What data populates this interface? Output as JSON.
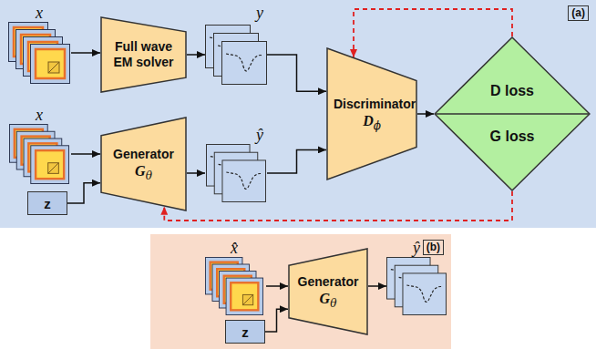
{
  "diagram": {
    "nodes": [
      {
        "text": [
          "(a)"
        ]
      },
      {
        "text": [
          "x"
        ],
        "in": 0
      },
      {
        "text": [
          "Full wave EM solver"
        ],
        "in": 0
      },
      {
        "text": [
          "y"
        ],
        "in": 0
      },
      {
        "text": [
          "x"
        ],
        "in": 0
      },
      {
        "text": [
          "z"
        ],
        "in": 0
      },
      {
        "text": [
          "Generator",
          "G",
          "θ"
        ],
        "in": 0
      },
      {
        "text": [
          "ŷ"
        ],
        "in": 0
      },
      {
        "text": [
          "Discriminator",
          "D",
          "ϕ"
        ],
        "in": 0
      },
      {
        "text": [
          "D loss",
          "G loss"
        ],
        "in": 0
      },
      {
        "text": [
          "(b)"
        ]
      },
      {
        "text": [
          "x̂"
        ],
        "in": 10
      },
      {
        "text": [
          "z"
        ],
        "in": 10
      },
      {
        "text": [
          "Generator",
          "G",
          "θ"
        ],
        "in": 10
      },
      {
        "text": [
          "ŷ"
        ],
        "in": 10
      }
    ],
    "edges": [
      {
        "from": 1,
        "to": 2,
        "arrow": "to"
      },
      {
        "from": 2,
        "to": 3,
        "arrow": "to"
      },
      {
        "from": 3,
        "to": 8,
        "arrow": "to"
      },
      {
        "from": 7,
        "to": 8,
        "arrow": "to"
      },
      {
        "from": 4,
        "to": 6,
        "arrow": "to"
      },
      {
        "from": 5,
        "to": 6,
        "arrow": "to"
      },
      {
        "from": 6,
        "to": 7,
        "arrow": "to"
      },
      {
        "from": 8,
        "to": 9,
        "arrow": "to"
      },
      {
        "from": 9,
        "to": 8,
        "arrow": "to"
      },
      {
        "from": 9,
        "to": 6,
        "arrow": "to"
      },
      {
        "from": 11,
        "to": 13,
        "arrow": "to"
      },
      {
        "from": 12,
        "to": 13,
        "arrow": "to"
      },
      {
        "from": 13,
        "to": 14,
        "arrow": "to"
      }
    ]
  }
}
